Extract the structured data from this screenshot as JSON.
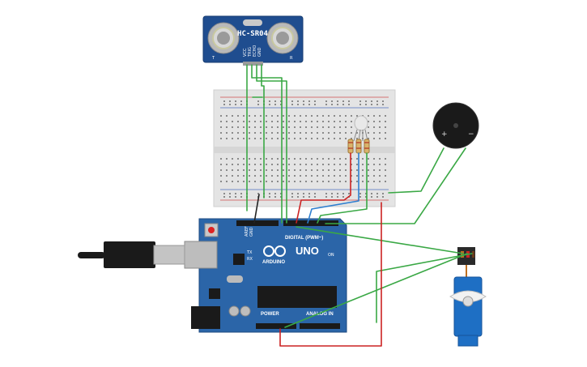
{
  "sensor": {
    "model": "HC-SR04",
    "left_mark": "T",
    "right_mark": "R",
    "pins": [
      "VCC",
      "TRIG",
      "ECHO",
      "GND"
    ]
  },
  "board": {
    "brand": "ARDUINO",
    "model": "UNO",
    "digital_label": "DIGITAL (PWM~)",
    "power_label": "POWER",
    "analog_label": "ANALOG IN",
    "tx": "TX",
    "rx": "RX",
    "on": "ON",
    "aref": "AREF",
    "gnd": "GND"
  },
  "buzzer": {
    "plus": "+",
    "minus": "−"
  },
  "colors": {
    "board": "#2b65a8",
    "sensor": "#1f4d8f",
    "breadboard": "#e4e4e4",
    "wire_green": "#3aa845",
    "wire_red": "#cc2222",
    "wire_blue": "#2f7fd0",
    "wire_black": "#222222",
    "servo": "#1e6fc4"
  }
}
